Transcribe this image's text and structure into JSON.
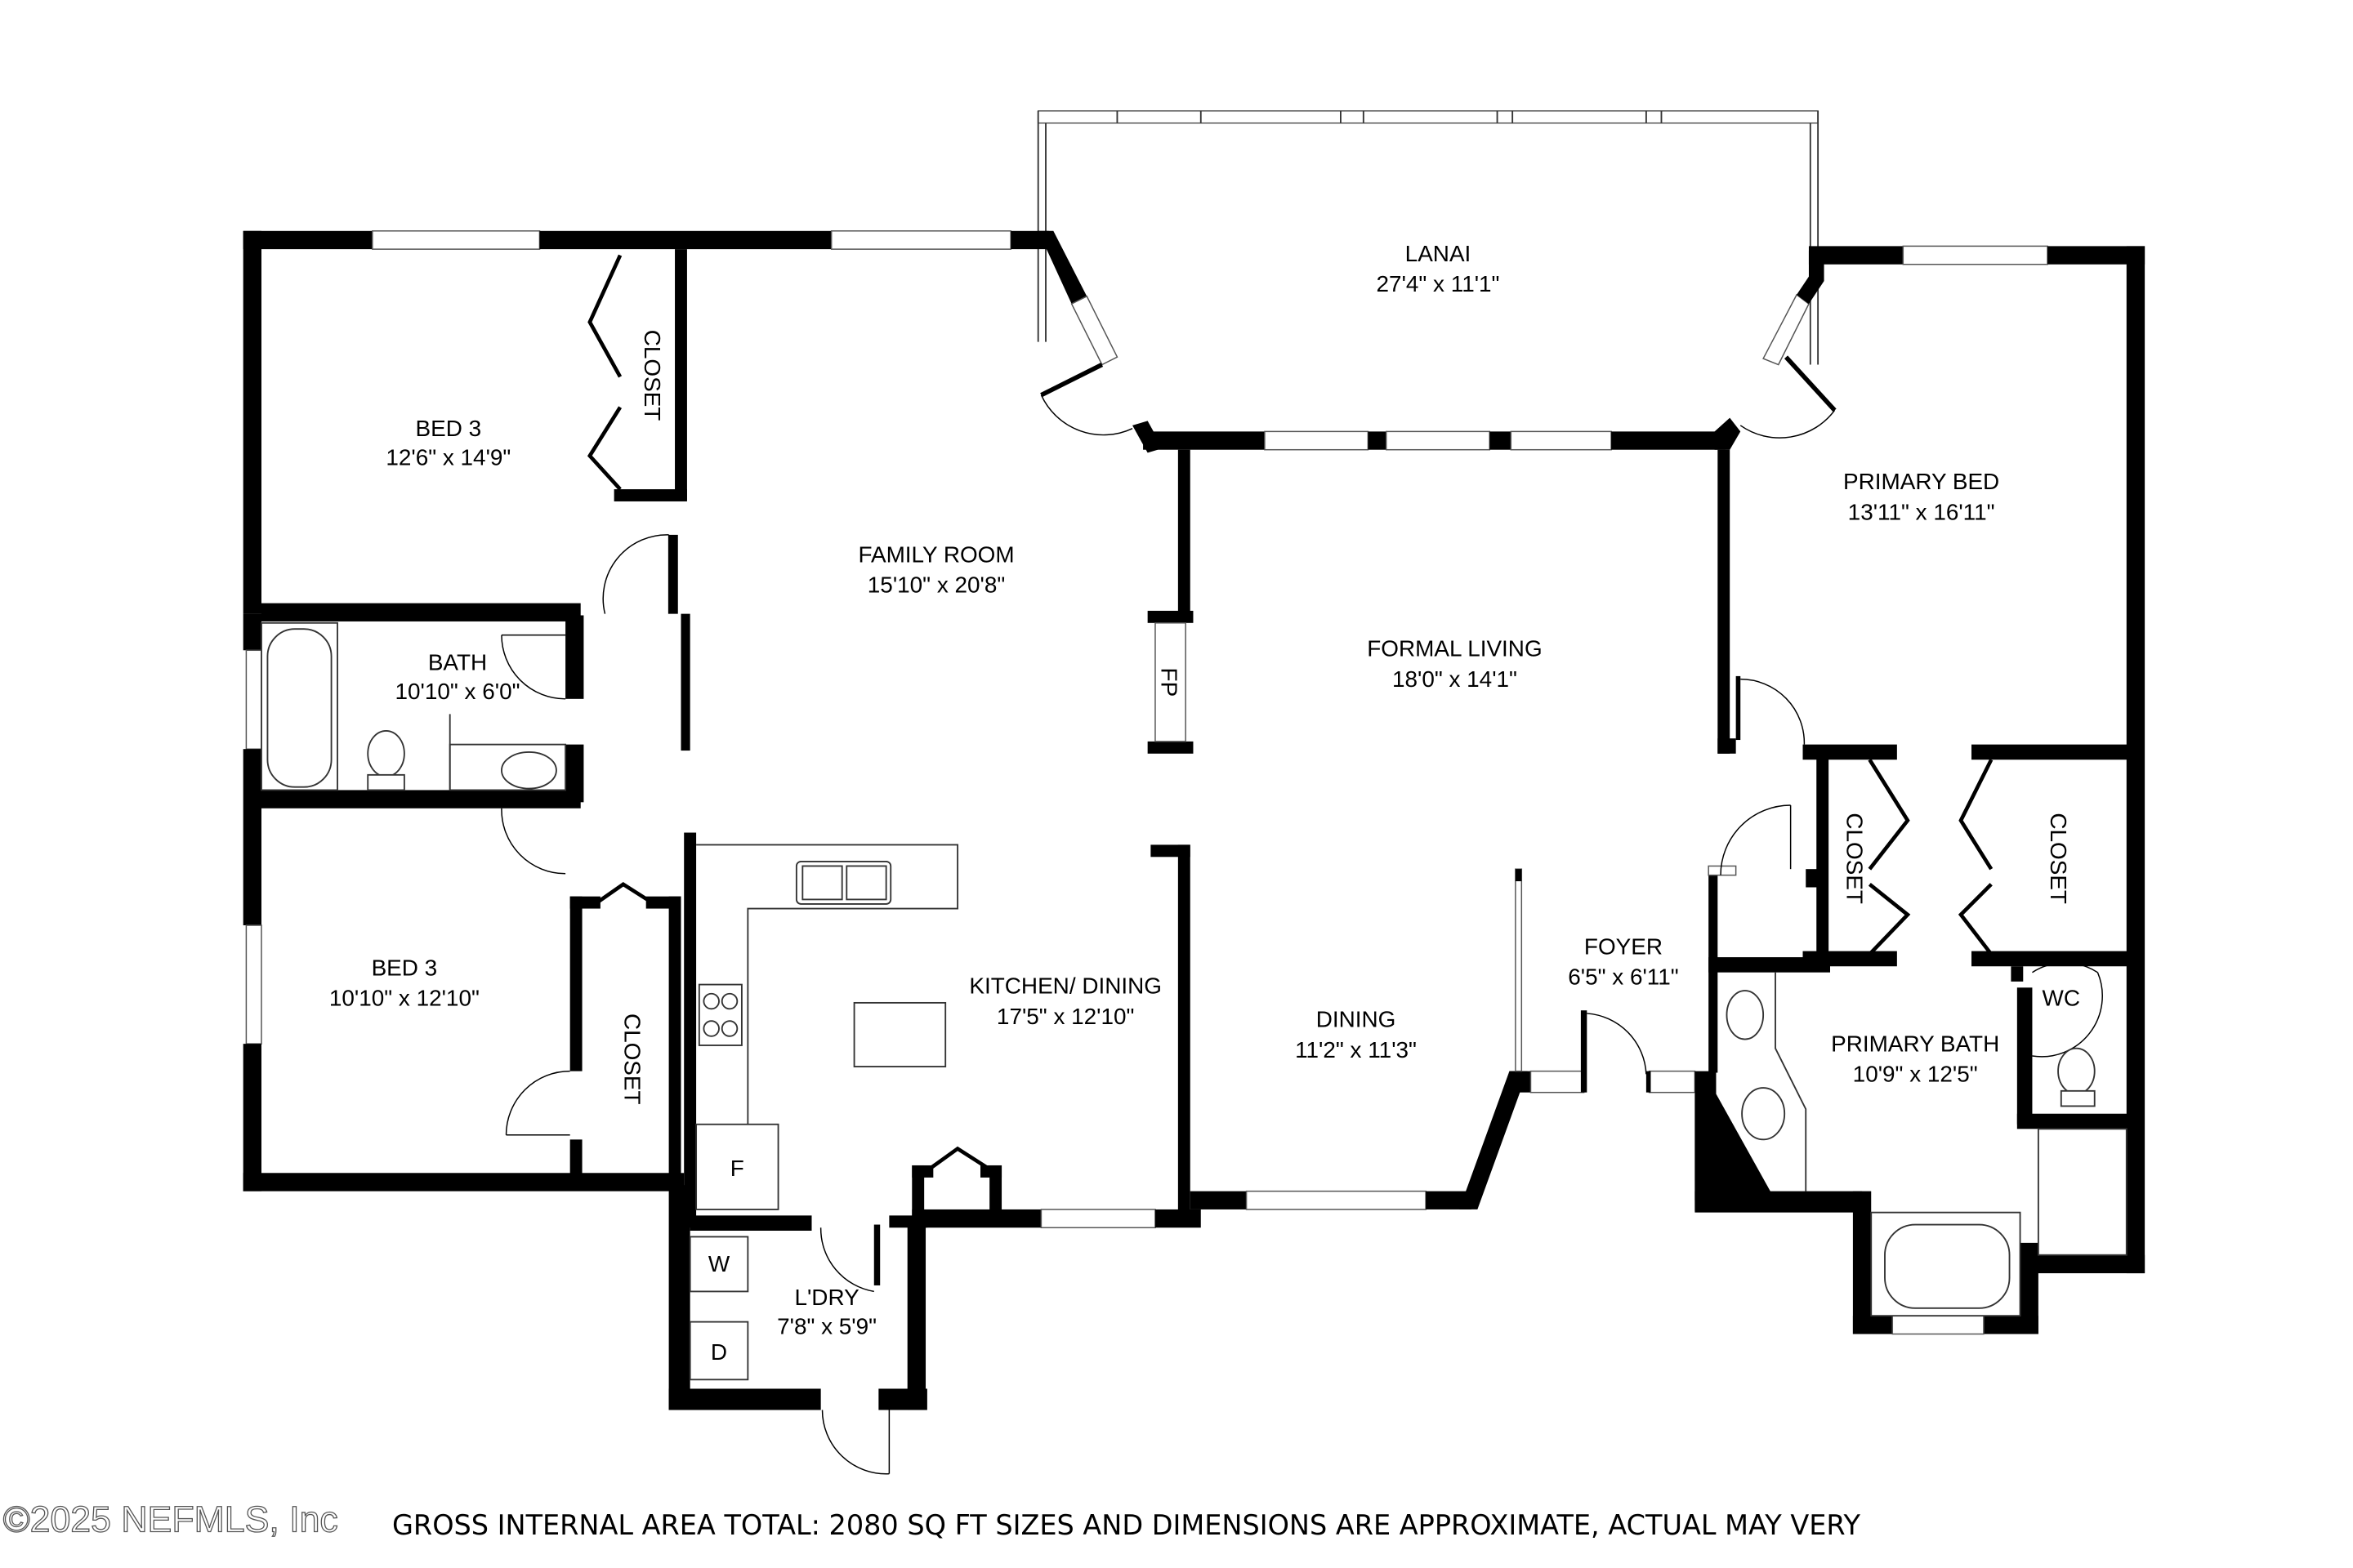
{
  "plan": {
    "rooms": [
      {
        "id": "bed3_upper",
        "name": "BED 3",
        "size": "12'6\" x 14'9\""
      },
      {
        "id": "bath",
        "name": "BATH",
        "size": "10'10\" x 6'0\""
      },
      {
        "id": "bed3_lower",
        "name": "BED 3",
        "size": "10'10\" x 12'10\""
      },
      {
        "id": "family_room",
        "name": "FAMILY ROOM",
        "size": "15'10\" x 20'8\""
      },
      {
        "id": "lanai",
        "name": "LANAI",
        "size": "27'4\" x 11'1\""
      },
      {
        "id": "formal_living",
        "name": "FORMAL LIVING",
        "size": "18'0\" x 14'1\""
      },
      {
        "id": "primary_bed",
        "name": "PRIMARY BED",
        "size": "13'11\" x 16'11\""
      },
      {
        "id": "kitchen_dining",
        "name": "KITCHEN/ DINING",
        "size": "17'5\" x 12'10\""
      },
      {
        "id": "dining",
        "name": "DINING",
        "size": "11'2\" x 11'3\""
      },
      {
        "id": "foyer",
        "name": "FOYER",
        "size": "6'5\" x 6'11\""
      },
      {
        "id": "primary_bath",
        "name": "PRIMARY BATH",
        "size": "10'9\" x 12'5\""
      },
      {
        "id": "laundry",
        "name": "L'DRY",
        "size": "7'8\" x 5'9\""
      }
    ],
    "closets": [
      {
        "id": "closet_bed3_upper",
        "label": "CLOSET"
      },
      {
        "id": "closet_bed3_lower",
        "label": "CLOSET"
      },
      {
        "id": "closet_primary_left",
        "label": "CLOSET"
      },
      {
        "id": "closet_primary_right",
        "label": "CLOSET"
      }
    ],
    "fixtures": {
      "fireplace": "FP",
      "fridge": "F",
      "washer": "W",
      "dryer": "D",
      "water_closet": "WC"
    }
  },
  "footer": {
    "copyright": "©2025 NEFMLS, Inc",
    "note": "GROSS INTERNAL AREA TOTAL: 2080 SQ FT SIZES AND DIMENSIONS ARE APPROXIMATE, ACTUAL MAY VERY"
  }
}
